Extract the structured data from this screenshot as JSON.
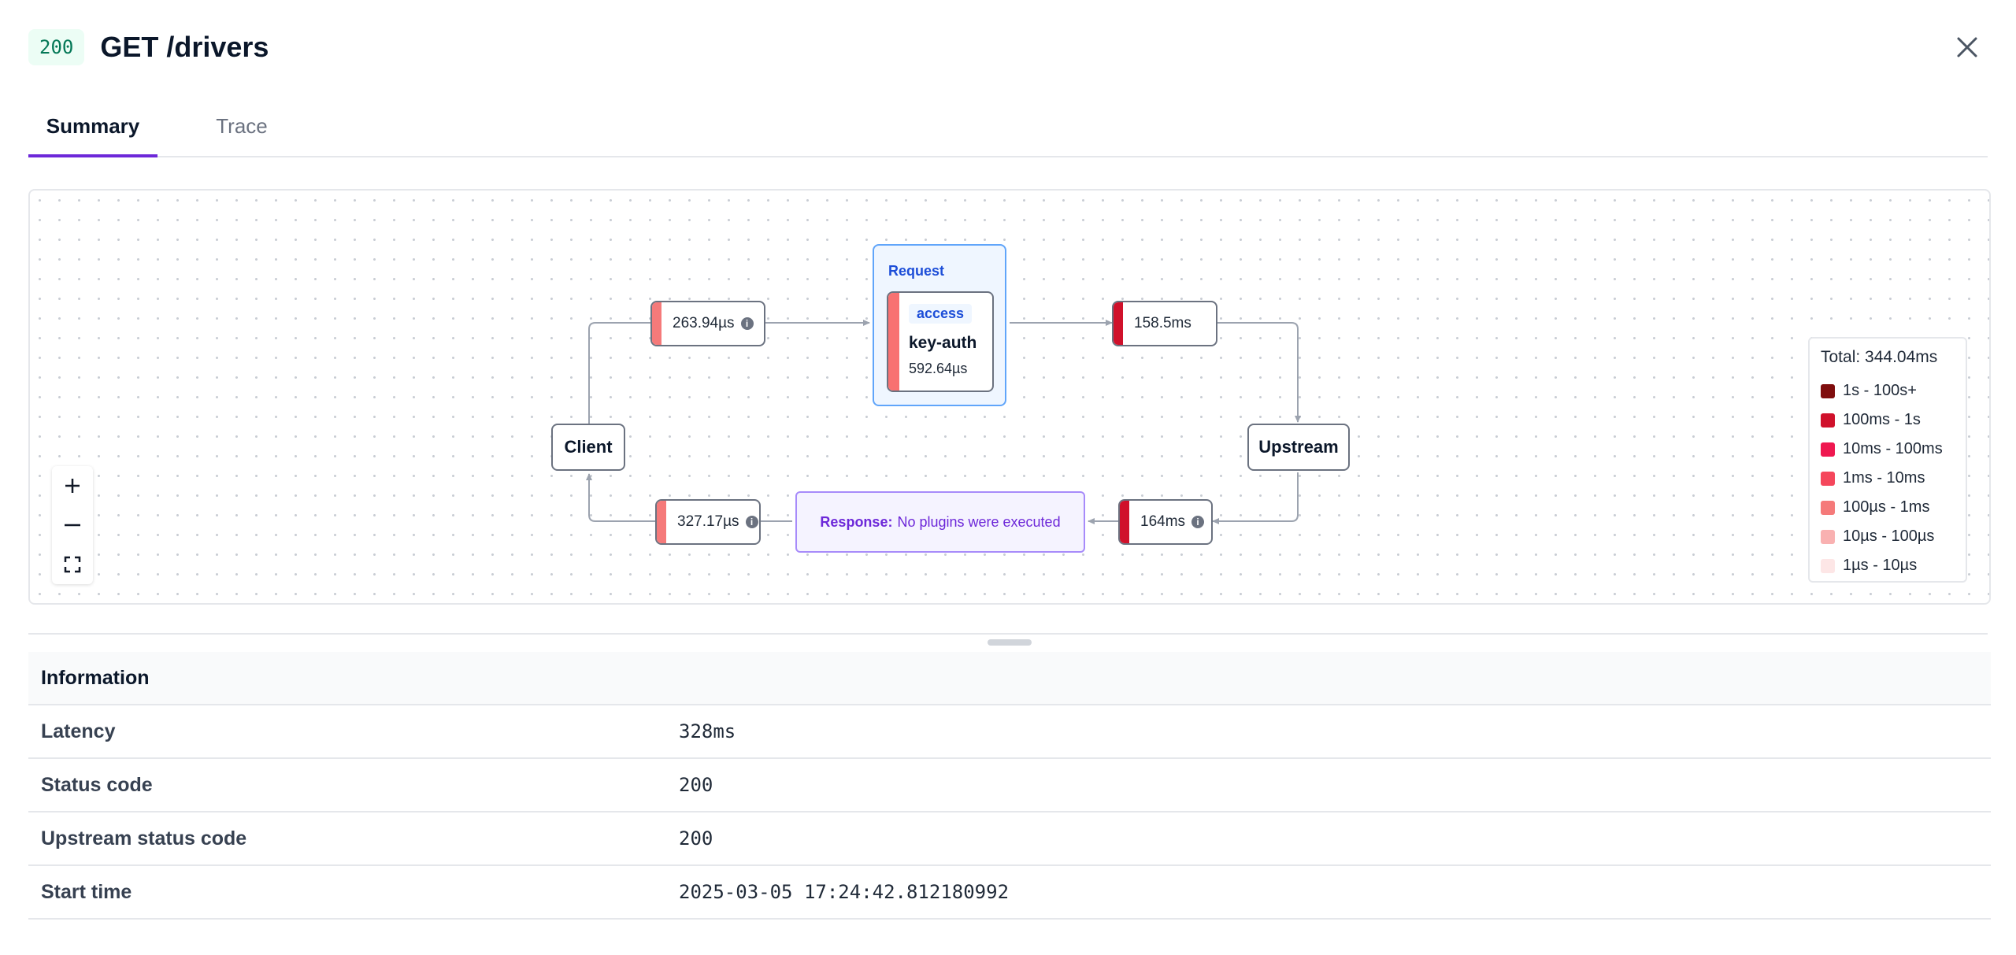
{
  "header": {
    "status_code": "200",
    "title": "GET /drivers"
  },
  "tabs": [
    {
      "label": "Summary",
      "active": true
    },
    {
      "label": "Trace",
      "active": false
    }
  ],
  "diagram": {
    "nodes": {
      "client": "Client",
      "upstream": "Upstream"
    },
    "latencies": {
      "client_to_request": "263.94µs",
      "request_to_upstream": "158.5ms",
      "upstream_to_response": "164ms",
      "response_to_client": "327.17µs"
    },
    "request_group": {
      "label": "Request",
      "plugin": {
        "phase": "access",
        "name": "key-auth",
        "time": "592.64µs"
      }
    },
    "response": {
      "label": "Response:",
      "text": "No plugins were executed"
    },
    "zoom": {
      "in": "+",
      "out": "—"
    }
  },
  "legend": {
    "total": "Total: 344.04ms",
    "items": [
      {
        "label": "1s - 100s+",
        "color": "#7f0d0d"
      },
      {
        "label": "100ms - 1s",
        "color": "#d0112b"
      },
      {
        "label": "10ms - 100ms",
        "color": "#ef1850"
      },
      {
        "label": "1ms - 10ms",
        "color": "#f5475c"
      },
      {
        "label": "100µs - 1ms",
        "color": "#f57a7a"
      },
      {
        "label": "10µs - 100µs",
        "color": "#f9b1b1"
      },
      {
        "label": "1µs - 10µs",
        "color": "#fde6e6"
      }
    ]
  },
  "information": {
    "heading": "Information",
    "rows": [
      {
        "label": "Latency",
        "value": "328ms"
      },
      {
        "label": "Status code",
        "value": "200"
      },
      {
        "label": "Upstream status code",
        "value": "200"
      },
      {
        "label": "Start time",
        "value": "2025-03-05 17:24:42.812180992"
      }
    ]
  },
  "colors": {
    "accent": "#6d28d9",
    "request_border": "#60a5fa",
    "response_border": "#a78bfa",
    "bar_light": "#f57a7a",
    "bar_dark": "#d0112b"
  }
}
